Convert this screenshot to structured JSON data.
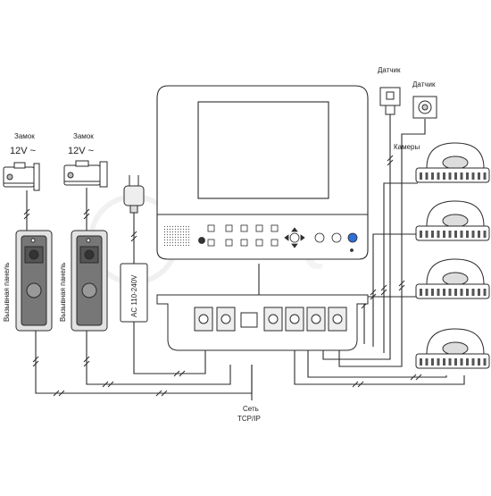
{
  "labels": {
    "lock_left": "Замок",
    "lock_right": "Замок",
    "voltage_left": "12V",
    "voltage_right": "12V",
    "sensor_left": "Датчик",
    "sensor_right": "Датчик",
    "cameras": "Камеры",
    "panel_left": "Вызывная панель",
    "panel_right": "Вызывная панель",
    "power_supply": "AC 110-240V",
    "network_line1": "Сеть",
    "network_line2": "TCP/IP",
    "watermark": "A-SEQ"
  },
  "colors": {
    "line": "#2a2a2a",
    "fill": "#ffffff",
    "device_gray": "#d9d9d9",
    "panel_dark": "#6e6e6e",
    "accent_blue": "#2f6fd6",
    "watermark": "#e9e9e9"
  }
}
